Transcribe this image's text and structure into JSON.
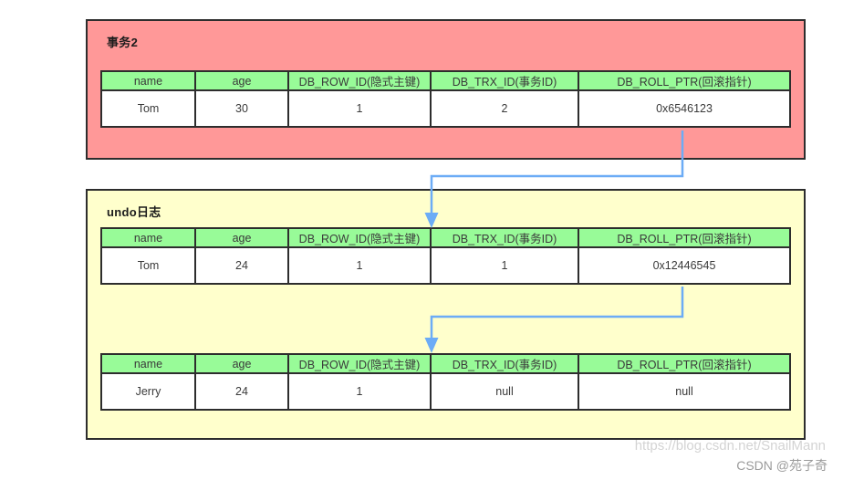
{
  "transaction_panel": {
    "title": "事务2",
    "table": {
      "headers": [
        "name",
        "age",
        "DB_ROW_ID(隐式主键)",
        "DB_TRX_ID(事务ID)",
        "DB_ROLL_PTR(回滚指针)"
      ],
      "row": [
        "Tom",
        "30",
        "1",
        "2",
        "0x6546123"
      ]
    }
  },
  "undo_panel": {
    "title": "undo日志",
    "table1": {
      "headers": [
        "name",
        "age",
        "DB_ROW_ID(隐式主键)",
        "DB_TRX_ID(事务ID)",
        "DB_ROLL_PTR(回滚指针)"
      ],
      "row": [
        "Tom",
        "24",
        "1",
        "1",
        "0x12446545"
      ]
    },
    "table2": {
      "headers": [
        "name",
        "age",
        "DB_ROW_ID(隐式主键)",
        "DB_TRX_ID(事务ID)",
        "DB_ROLL_PTR(回滚指针)"
      ],
      "row": [
        "Jerry",
        "24",
        "1",
        "null",
        "null"
      ]
    }
  },
  "watermark": {
    "url_line": "https://blog.csdn.net/SnailMann",
    "credit_line": "CSDN @苑子奇"
  },
  "colors": {
    "panel_red": "#ff9898",
    "panel_yellow": "#ffffcc",
    "header_green": "#98fb98",
    "border_dark": "#2d2d2d",
    "arrow_blue": "#6cacf6",
    "watermark_gray": "#9b9b9b"
  }
}
